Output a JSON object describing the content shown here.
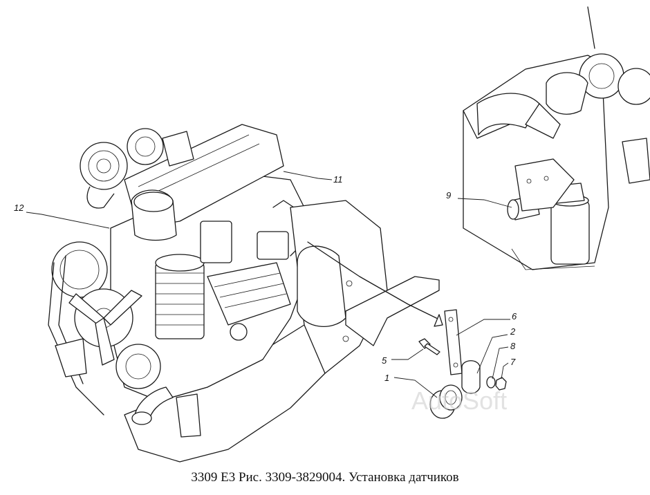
{
  "caption": "3309 Е3  Рис. 3309-3829004. Установка датчиков",
  "watermark": "AutoSoft",
  "callouts": [
    "1",
    "2",
    "5",
    "6",
    "7",
    "8",
    "9",
    "11",
    "12"
  ]
}
